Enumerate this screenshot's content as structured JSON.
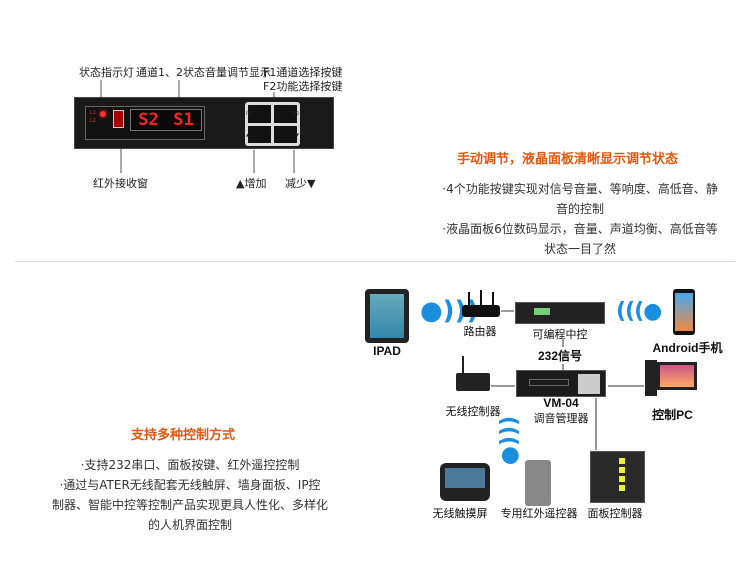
{
  "panel": {
    "label_status_led": "状态指示灯",
    "label_channel_display": "通道1、2状态音量调节显示",
    "label_f1": "F1通道选择按键",
    "label_f2": "F2功能选择按键",
    "label_ir": "红外接收窗",
    "label_up": "▲增加",
    "label_down": "减少▼",
    "display_1": "S2",
    "display_2": "S1",
    "led_l1": "L1",
    "led_l2": "L2",
    "btn_f1": "F1",
    "btn_f2": "F2",
    "btn_up": "▲",
    "btn_down": "▼"
  },
  "section1": {
    "title": "手动调节，液晶面板清晰显示调节状态",
    "lines": [
      "·4个功能按键实现对信号音量、等响度、高低音、静",
      "音的控制",
      "·液晶面板6位数码显示，音量、声道均衡、高低音等",
      "状态一目了然"
    ]
  },
  "section2": {
    "title": "支持多种控制方式",
    "lines": [
      "·支持232串口、面板按键、红外遥控控制",
      "·通过与ATER无线配套无线触屏、墙身面板、IP控",
      "制器、智能中控等控制产品实现更具人性化、多样化",
      "的人机界面控制"
    ]
  },
  "diagram": {
    "ipad": "IPAD",
    "router": "路由器",
    "central": "可编程中控",
    "signal": "232信号",
    "android": "Android手机",
    "wireless_ctrl": "无线控制器",
    "vm_model": "VM-04",
    "vm_name": "调音管理器",
    "pc": "控制PC",
    "touch": "无线触摸屏",
    "remote": "专用红外遥控器",
    "wall_panel": "面板控制器"
  }
}
